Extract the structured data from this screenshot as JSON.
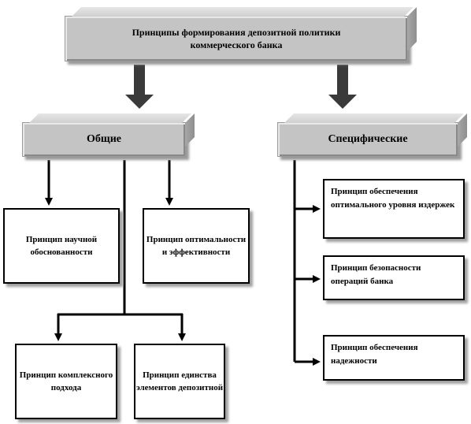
{
  "diagram": {
    "title_line1": "Принципы формирования депозитной политики",
    "title_line2": "коммерческого банка",
    "general_label": "Общие",
    "specific_label": "Специфические",
    "general_principles": [
      "Принцип научной обоснованности",
      "Принцип оптимальности и эффективности",
      "Принцип комплексного подхода",
      "Принцип единства элементов депозитной"
    ],
    "specific_principles": [
      "Принцип обеспечения оптимального уровня издержек",
      "Принцип безопасности операций банка",
      "Принцип обеспечения надежности"
    ]
  }
}
